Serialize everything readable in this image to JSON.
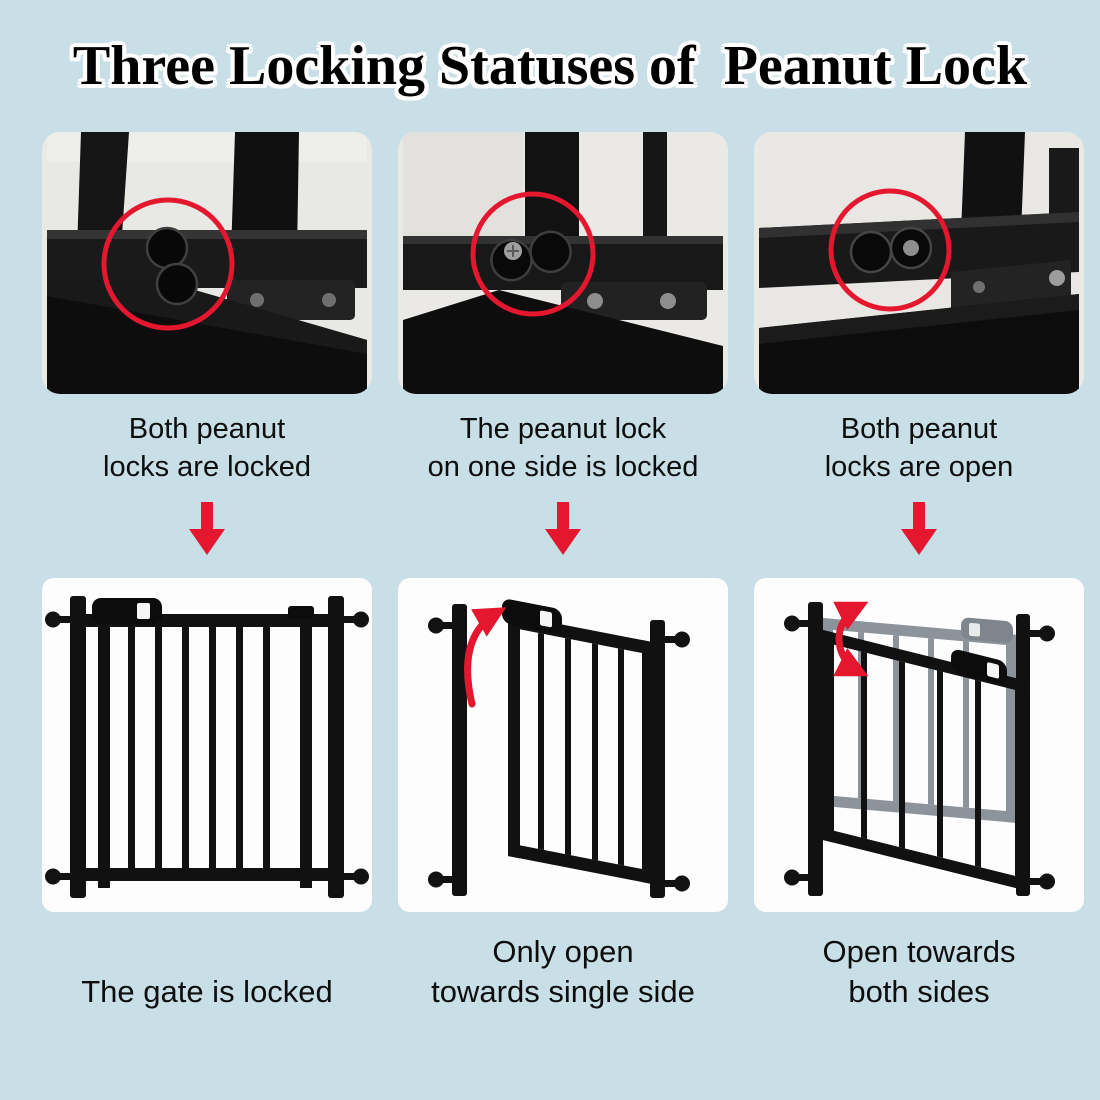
{
  "page": {
    "background": "#c8dfe8",
    "accent_red": "#e4172f",
    "panel_white": "#fdfdfd"
  },
  "title": "Three Locking Statuses of  Peanut Lock",
  "icons": {
    "down_arrow": "red-down-arrow",
    "swing_arrow": "red-curved-arrow",
    "swing_double_arrow": "red-double-curved-arrow",
    "lock_highlight": "red-circle-outline"
  },
  "columns": [
    {
      "photo_caption_line1": "Both peanut",
      "photo_caption_line2": "locks are locked",
      "gate_caption_line1": "The gate is locked",
      "gate_caption_line2": ""
    },
    {
      "photo_caption_line1": "The peanut lock",
      "photo_caption_line2": "on one side is locked",
      "gate_caption_line1": "Only open",
      "gate_caption_line2": "towards single side"
    },
    {
      "photo_caption_line1": "Both peanut",
      "photo_caption_line2": "locks are open",
      "gate_caption_line1": "Open towards",
      "gate_caption_line2": "both sides"
    }
  ]
}
